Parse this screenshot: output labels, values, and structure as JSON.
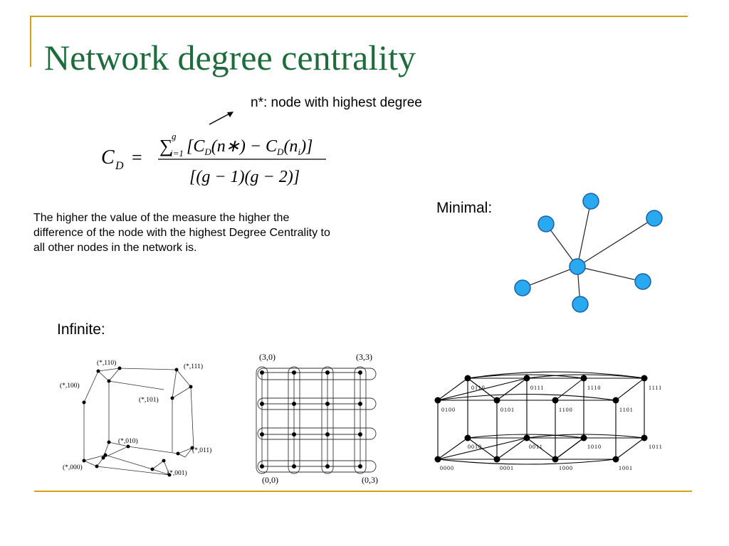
{
  "slide": {
    "title": "Network degree centrality",
    "annotation": "n*: node with highest degree",
    "description": "The higher the value of the measure the higher the difference of the node with the highest Degree Centrality to all other nodes in the network is.",
    "minimal_label": "Minimal:",
    "infinite_label": "Infinite:"
  },
  "formula": {
    "lhs": "C",
    "lhs_sub": "D",
    "numerator": "Σ [C (n*) − C (n )]",
    "sum_upper": "g",
    "sum_lower": "i=1",
    "denominator": "[(g − 1)(g − 2)]"
  },
  "cube_labels": [
    "(*,110)",
    "(*,111)",
    "(*,100)",
    "(*,101)",
    "(*,010)",
    "(*,011)",
    "(*,000)",
    "(*,001)"
  ],
  "grid_labels": [
    "(3,0)",
    "(3,3)",
    "(0,0)",
    "(0,3)"
  ],
  "hyper_labels": [
    "0110",
    "0111",
    "1110",
    "1111",
    "0100",
    "0101",
    "1100",
    "1101",
    "0010",
    "0011",
    "1010",
    "1011",
    "0000",
    "0001",
    "1000",
    "1001"
  ],
  "colors": {
    "title": "#1e6b3c",
    "accent_rule": "#d4a017",
    "node_fill": "#29a9f0",
    "node_stroke": "#1a5fa8"
  }
}
